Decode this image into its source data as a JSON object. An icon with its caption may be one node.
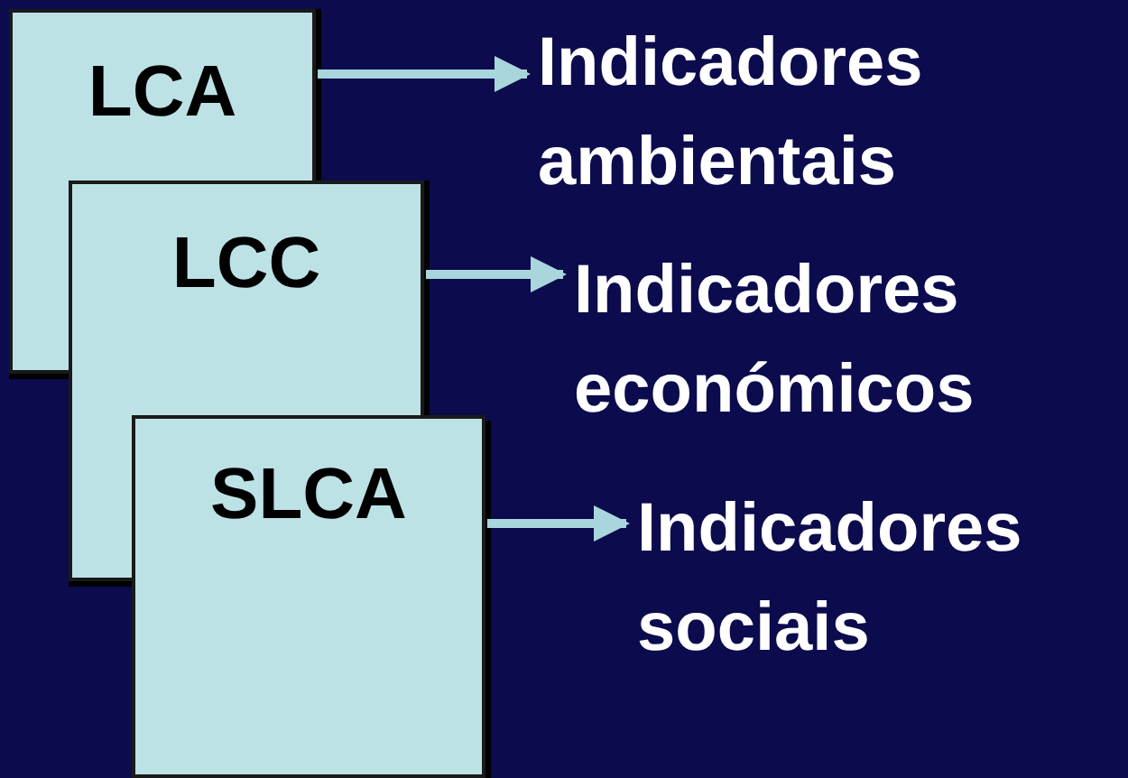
{
  "diagram": {
    "nodes": [
      {
        "text": [
          "LCA"
        ]
      },
      {
        "text": [
          "Indicadores ambientais"
        ]
      },
      {
        "text": [
          "LCC"
        ]
      },
      {
        "text": [
          "Indicadores económicos"
        ]
      },
      {
        "text": [
          "SLCA"
        ]
      },
      {
        "text": [
          "Indicadores sociais"
        ]
      }
    ],
    "edges": [
      {
        "from": 0,
        "to": 1,
        "arrow": "to"
      },
      {
        "from": 2,
        "to": 3,
        "arrow": "to"
      },
      {
        "from": 4,
        "to": 5,
        "arrow": "to"
      }
    ]
  }
}
